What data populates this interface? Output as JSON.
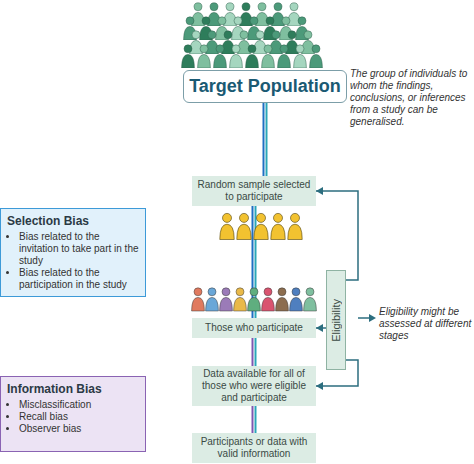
{
  "diagram": {
    "nodes": [
      {
        "text": [
          "Target Population"
        ]
      },
      {
        "text": [
          "Random sample selected to participate"
        ]
      },
      {
        "text": [
          "Those who participate"
        ]
      },
      {
        "text": [
          "Data available for all of those who were eligible and participate"
        ]
      },
      {
        "text": [
          "Participants or data with valid information"
        ]
      },
      {
        "text": [
          "Selection Bias",
          "Bias related to the invitation to take part in the study",
          "Bias related to the participation in the study"
        ]
      },
      {
        "text": [
          "Information Bias",
          "Misclassification",
          "Recall bias",
          "Observer bias"
        ]
      },
      {
        "text": [
          "Eligibility"
        ]
      }
    ],
    "edges": [
      {
        "from": 0,
        "to": 1,
        "arrow": "none"
      },
      {
        "from": 1,
        "to": 2,
        "arrow": "none"
      },
      {
        "from": 2,
        "to": 3,
        "arrow": "none"
      },
      {
        "from": 3,
        "to": 4,
        "arrow": "none"
      },
      {
        "from": 7,
        "to": 1,
        "arrow": "to"
      },
      {
        "from": 7,
        "to": 2,
        "arrow": "to"
      },
      {
        "from": 7,
        "to": 3,
        "arrow": "to"
      }
    ],
    "labels": [
      "The group of individuals to whom the findings, conclusions, or inferences from a study can be generalised.",
      "Eligibility might be assessed at different stages"
    ]
  }
}
